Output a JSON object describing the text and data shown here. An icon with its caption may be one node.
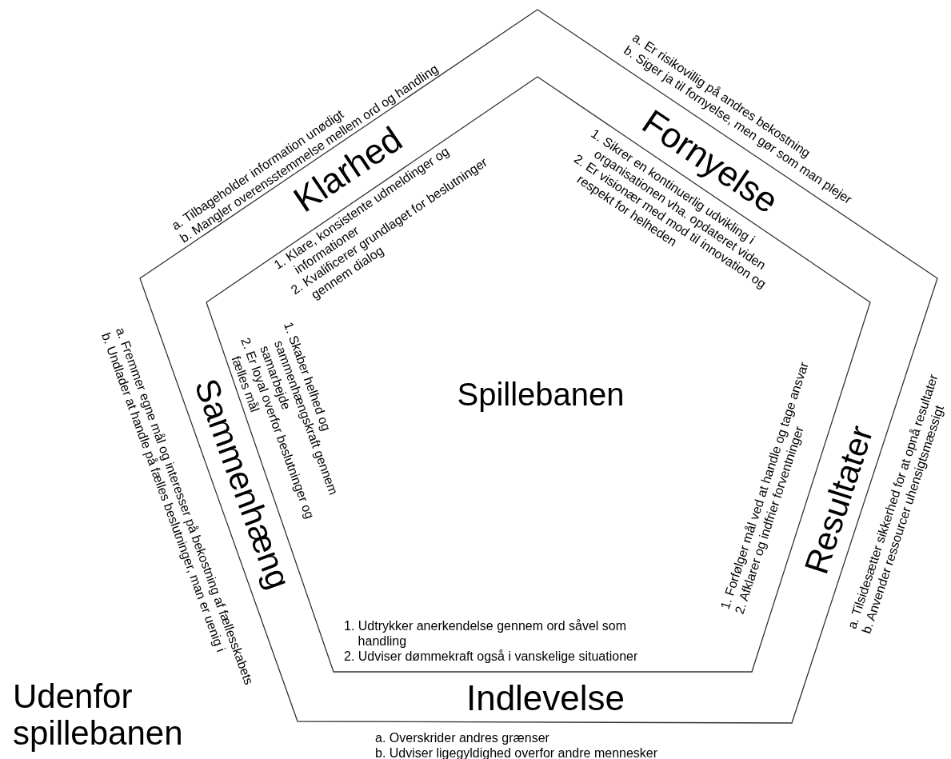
{
  "diagram": {
    "nodes": [
      {
        "text": [
          "Klarhed",
          "Fornyelse",
          "Sammenhæng",
          "Resultater",
          "Indlevelse"
        ]
      },
      {
        "text": [
          "Spillebanen",
          "1. Klare, konsistente udmeldinger og informationer",
          "2. Kvalificerer grundlaget for beslutninger gennem dialog",
          "1. Sikrer en kontinuerlig udvikling i organisationen vha. opdateret viden",
          "2. Er visionær med mod til innovation og respekt for helheden",
          "1. Skaber helhed og sammenhængskraft gennem samarbejde",
          "2. Er loyal overfor beslutninger og fælles mål",
          "1. Forfølger mål ved at handle og tage ansvar",
          "2. Afklarer og indfrier forventninger",
          "1. Udtrykker anerkendelse gennem ord såvel som handling",
          "2. Udviser dømmekraft også i vanskelige situationer"
        ],
        "in": 0
      }
    ],
    "edges": [],
    "labels": [
      "a. Tilbageholder information unødigt",
      "b. Mangler overensstemmelse mellem ord og handling",
      "a. Er risikovillig på andres bekostning",
      "b. Siger ja til fornyelse, men gør som man plejer",
      "a. Fremmer egne mål og interesser på bekostning af fællesskabets",
      "b. Undlader at handle på fælles beslutninger, man er uenig i",
      "a. Tilsidesætter sikkerhed for at opnå resultater",
      "b. Anvender ressourcer uhensigtsmæssigt",
      "Udenfor spillebanen",
      "a. Overskrider andres grænser",
      "b. Udviser ligegyldighed overfor andre mennesker"
    ]
  }
}
